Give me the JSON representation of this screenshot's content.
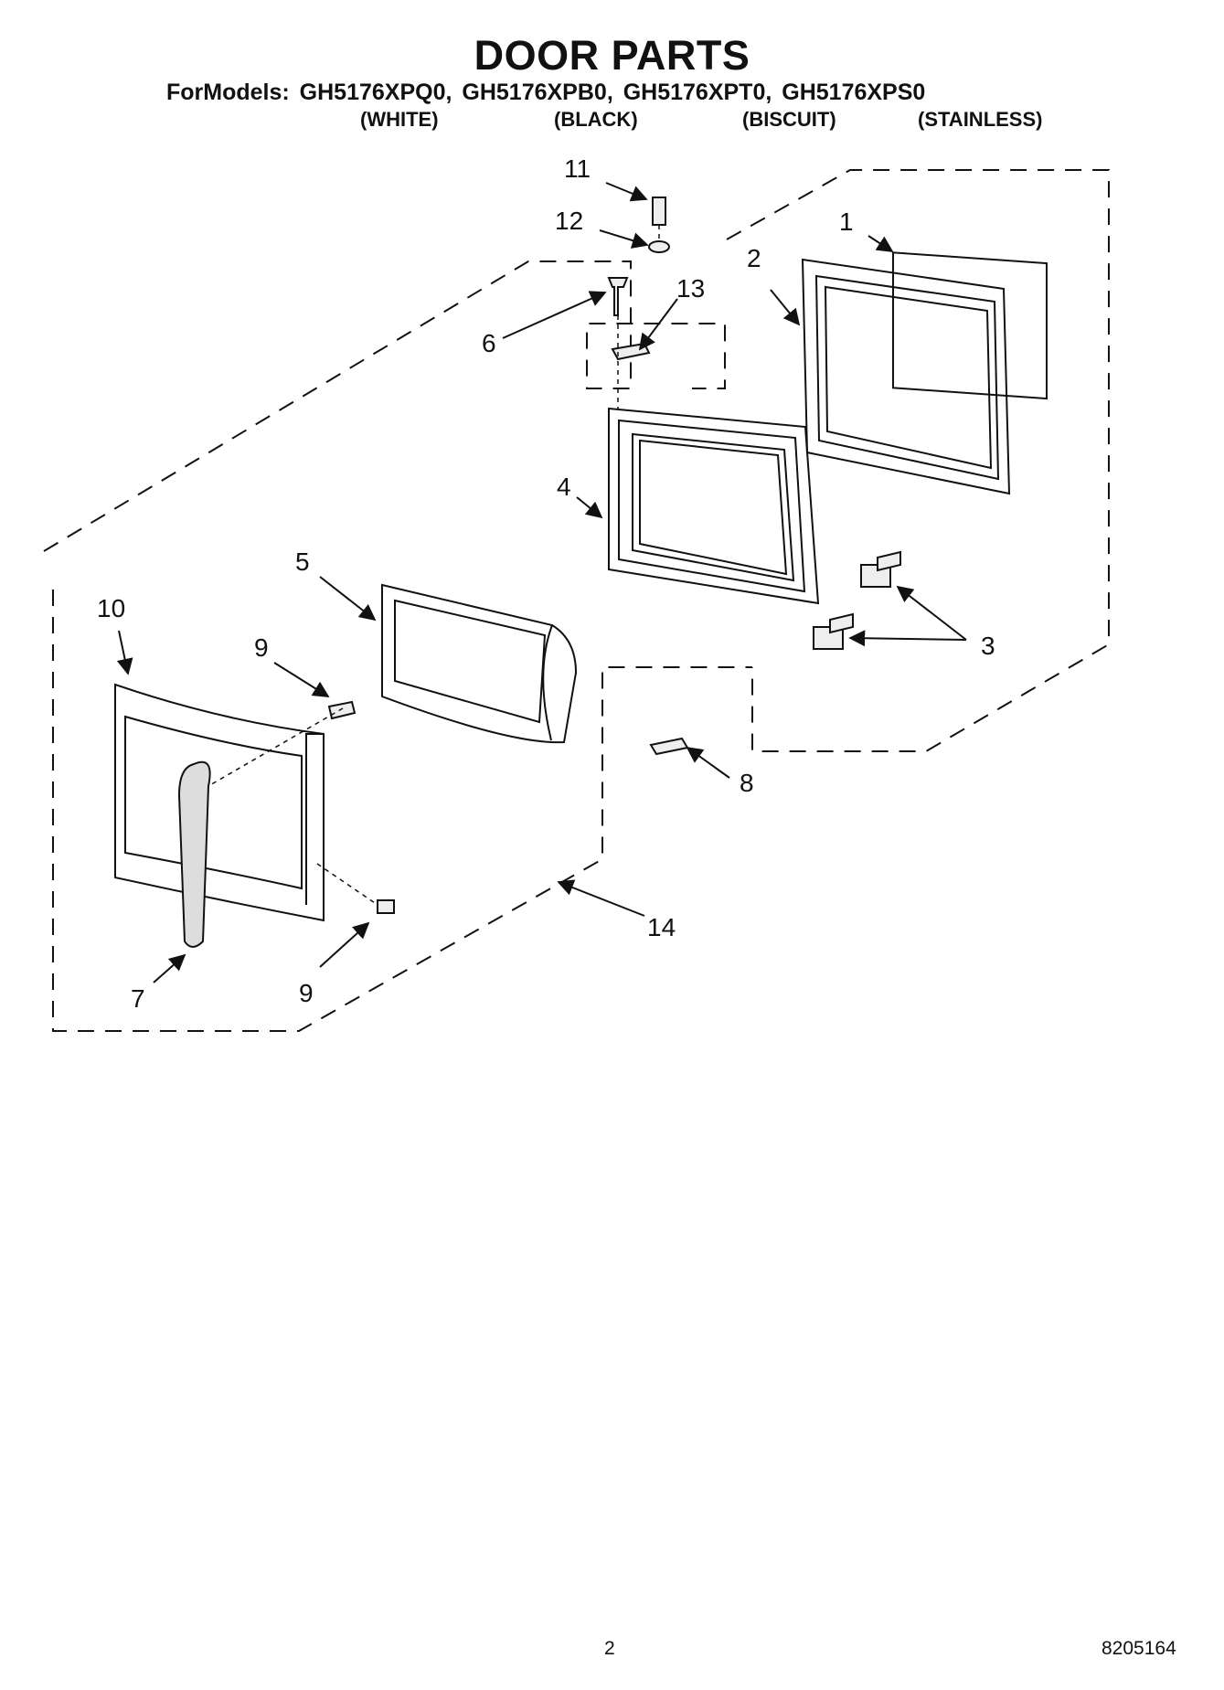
{
  "title": "DOOR PARTS",
  "models_prefix": "ForModels:",
  "models": [
    {
      "code": "GH5176XPQ0,",
      "color": "(WHITE)"
    },
    {
      "code": "GH5176XPB0,",
      "color": "(BLACK)"
    },
    {
      "code": "GH5176XPT0,",
      "color": "(BISCUIT)"
    },
    {
      "code": "GH5176XPS0",
      "color": "(STAINLESS)"
    }
  ],
  "callouts": [
    "1",
    "2",
    "3",
    "4",
    "5",
    "6",
    "7",
    "8",
    "9",
    "9",
    "10",
    "11",
    "12",
    "13",
    "14"
  ],
  "page_number": "2",
  "document_number": "8205164"
}
